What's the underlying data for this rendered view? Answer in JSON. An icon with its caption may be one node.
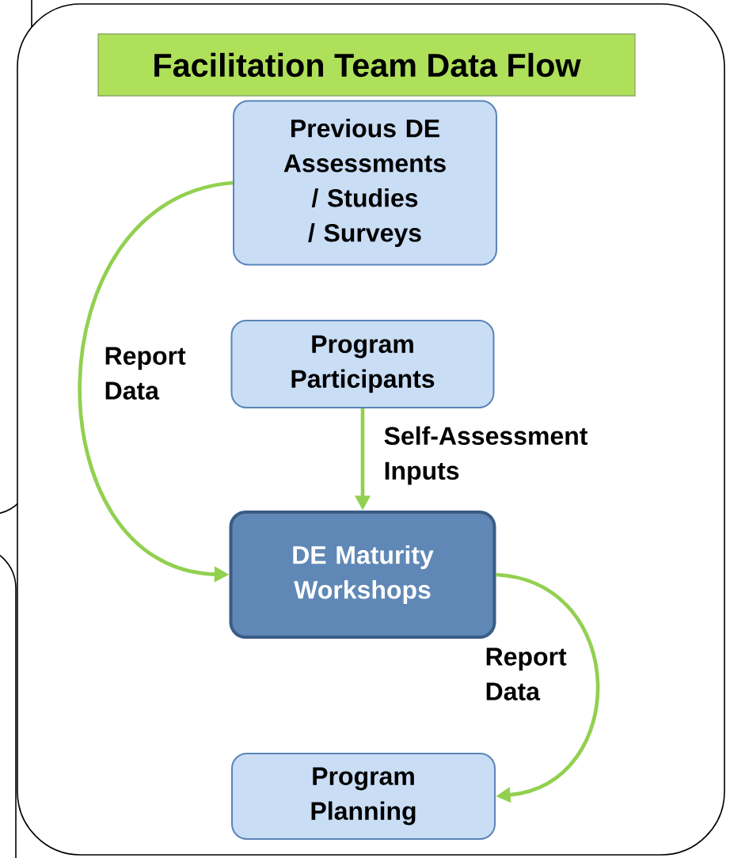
{
  "diagram": {
    "title": "Facilitation Team Data Flow",
    "nodes": [
      {
        "text": [
          "Previous DE Assessments / Studies / Surveys"
        ]
      },
      {
        "text": [
          "Program Participants"
        ]
      },
      {
        "text": [
          "DE Maturity Workshops"
        ]
      },
      {
        "text": [
          "Program Planning"
        ]
      }
    ],
    "edges": [
      {
        "from": 0,
        "to": 2,
        "arrow": "to",
        "label": "Report Data"
      },
      {
        "from": 1,
        "to": 2,
        "arrow": "to",
        "label": "Self-Assessment Inputs"
      },
      {
        "from": 2,
        "to": 3,
        "arrow": "to",
        "label": "Report Data"
      }
    ]
  }
}
